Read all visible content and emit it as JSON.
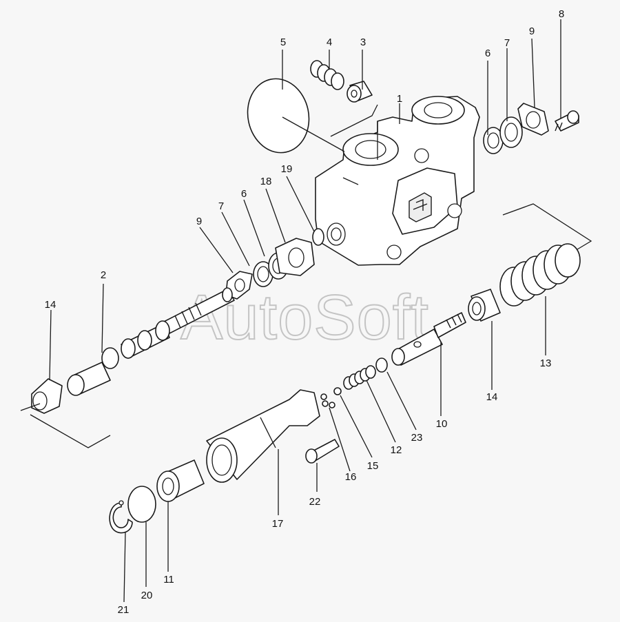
{
  "watermark": "AutoSoft",
  "callouts": {
    "c1": "1",
    "c2": "2",
    "c3": "3",
    "c4": "4",
    "c5": "5",
    "c6a": "6",
    "c6b": "6",
    "c7a": "7",
    "c7b": "7",
    "c8": "8",
    "c9a": "9",
    "c9b": "9",
    "c10": "10",
    "c11": "11",
    "c12": "12",
    "c13": "13",
    "c14a": "14",
    "c14b": "14",
    "c15": "15",
    "c16": "16",
    "c17": "17",
    "c18": "18",
    "c19": "19",
    "c20": "20",
    "c21": "21",
    "c22": "22",
    "c23": "23"
  },
  "colors": {
    "line": "#1a1a1a",
    "background": "#f7f7f7",
    "watermark": "#c4c4c4"
  }
}
